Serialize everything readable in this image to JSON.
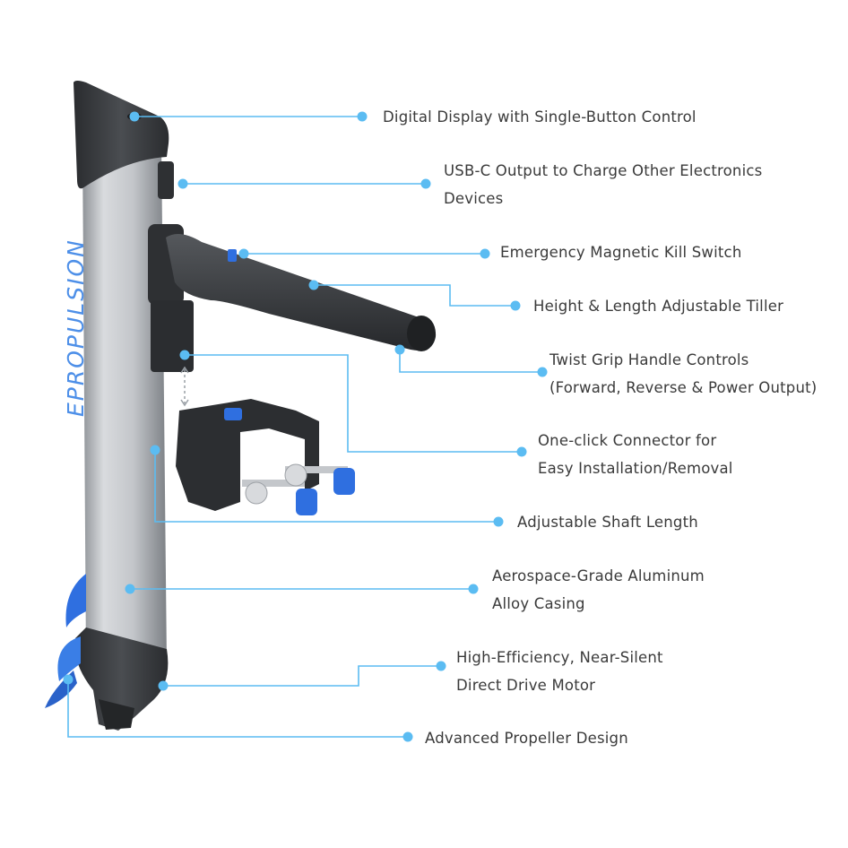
{
  "product": {
    "brand_text": "EPROPULSION"
  },
  "colors": {
    "accent": "#5bbcf2",
    "body_silver": "#b9bcc0",
    "plastic_dark": "#3b3d40",
    "blue_parts": "#2f6fe0",
    "label_text": "#3a3a3a"
  },
  "callouts": [
    {
      "lines": [
        "Digital Display with Single-Button Control"
      ]
    },
    {
      "lines": [
        "USB-C Output to Charge Other Electronics",
        "Devices"
      ]
    },
    {
      "lines": [
        "Emergency Magnetic Kill Switch"
      ]
    },
    {
      "lines": [
        "Height & Length Adjustable Tiller"
      ]
    },
    {
      "lines": [
        "Twist Grip Handle Controls",
        "(Forward, Reverse & Power Output)"
      ]
    },
    {
      "lines": [
        "One-click Connector for",
        "Easy Installation/Removal"
      ]
    },
    {
      "lines": [
        "Adjustable Shaft Length"
      ]
    },
    {
      "lines": [
        "Aerospace-Grade Aluminum",
        "Alloy Casing"
      ]
    },
    {
      "lines": [
        "High-Efficiency, Near-Silent",
        "Direct Drive Motor"
      ]
    },
    {
      "lines": [
        "Advanced Propeller Design"
      ]
    }
  ]
}
